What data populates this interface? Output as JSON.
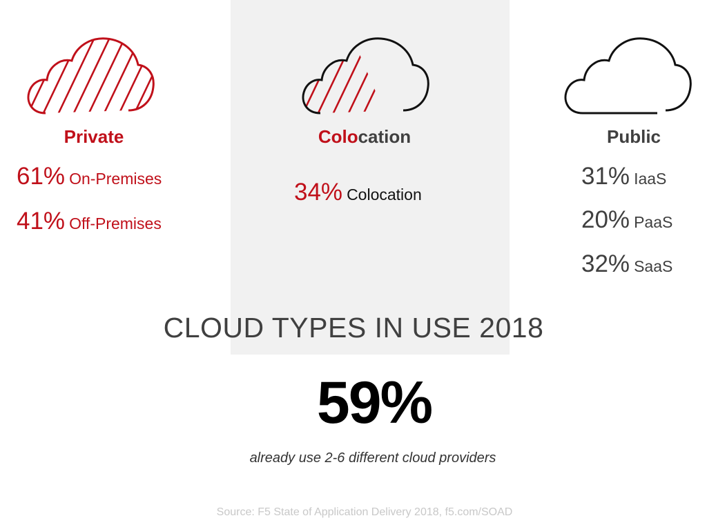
{
  "colors": {
    "accent": "#c0101a",
    "dark_text": "#404040",
    "panel_bg": "#f1f1f1",
    "source_text": "#c8c8c8"
  },
  "private": {
    "icon": "cloud-fully-hatched-icon",
    "heading": "Private",
    "stats": [
      {
        "pct": "61%",
        "label": "On-Premises"
      },
      {
        "pct": "41%",
        "label": "Off-Premises"
      }
    ]
  },
  "colocation": {
    "icon": "cloud-half-hatched-icon",
    "heading_accent": "Colo",
    "heading_rest": "cation",
    "stats": [
      {
        "pct": "34%",
        "label": "Colocation"
      }
    ]
  },
  "public": {
    "icon": "cloud-outline-icon",
    "heading": "Public",
    "stats": [
      {
        "pct": "31%",
        "label": "IaaS"
      },
      {
        "pct": "20%",
        "label": "PaaS"
      },
      {
        "pct": "32%",
        "label": "SaaS"
      }
    ]
  },
  "title": "CLOUD TYPES IN USE 2018",
  "highlight": {
    "value": "59%",
    "caption": "already use 2-6 different cloud providers"
  },
  "source": "Source: F5 State of Application Delivery 2018, f5.com/SOAD"
}
